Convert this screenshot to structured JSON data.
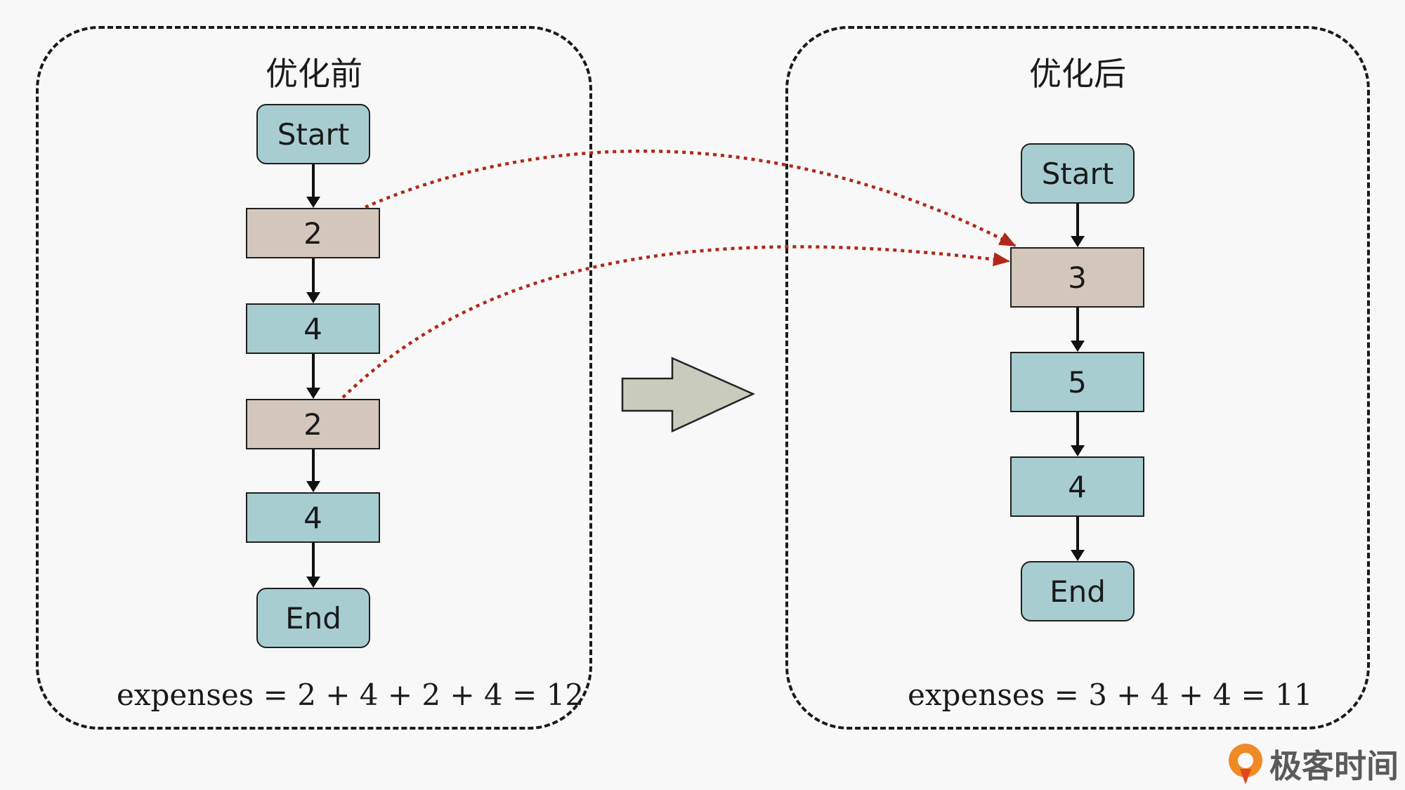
{
  "before": {
    "title": "优化前",
    "nodes": [
      "Start",
      "2",
      "4",
      "2",
      "4",
      "End"
    ],
    "expenses": "expenses = 2 + 4 + 2 + 4 = 12"
  },
  "after": {
    "title": "优化后",
    "nodes": [
      "Start",
      "3",
      "5",
      "4",
      "End"
    ],
    "expenses": "expenses = 3 + 4 + 4 = 11"
  },
  "colors": {
    "terminal": "#a8cdd0",
    "block_blue": "#a8cdd0",
    "block_merged": "#d3c7bc",
    "merge_arrow": "#b0281a",
    "transform_arrow": "#c9cbbd"
  },
  "logo": {
    "text": "极客时间"
  }
}
